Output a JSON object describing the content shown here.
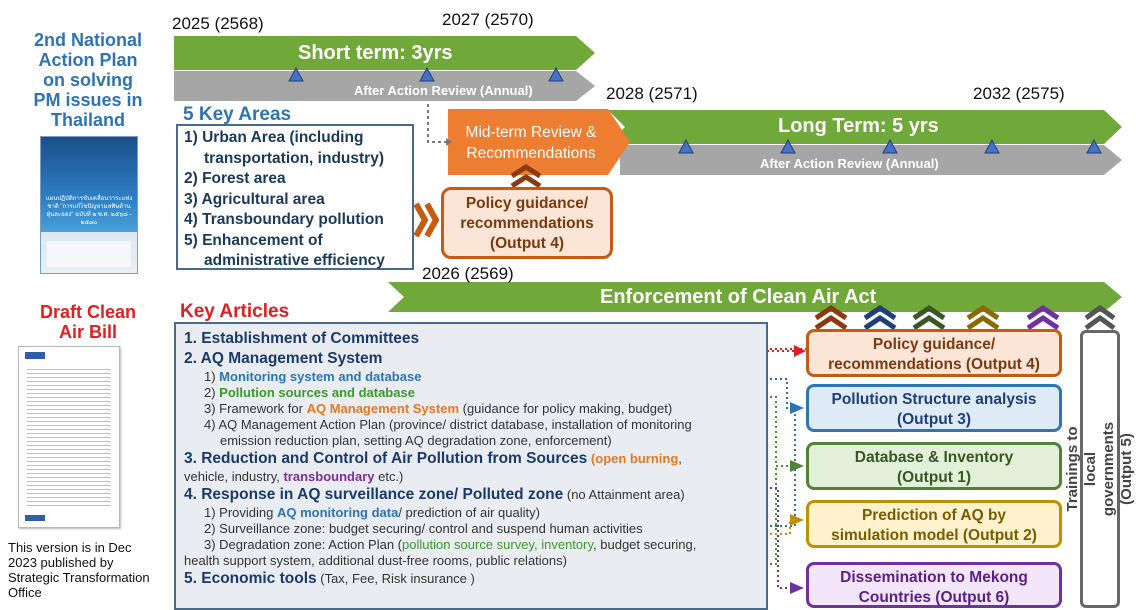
{
  "left": {
    "action_plan_title": "2nd National\nAction Plan\non solving\nPM issues in\nThailand",
    "cover_text": "แผนปฏิบัติการขับเคลื่อนวาระแห่งชาติ \"การแก้ไขปัญหามลพิษด้านฝุ่นละออง\" ฉบับที่ ๒ พ.ศ. ๒๕๖๘ - ๒๕๗๐",
    "draft_bill_title": "Draft Clean\nAir Bill",
    "version_note": "This version is in Dec\n2023 published by\nStrategic Transformation\nOffice"
  },
  "timeline": {
    "year_2025": "2025 (2568)",
    "year_2027": "2027 (2570)",
    "year_2028": "2028 (2571)",
    "year_2032": "2032 (2575)",
    "year_2026": "2026 (2569)",
    "short_term_label": "Short term: 3yrs",
    "short_term_review": "After Action Review (Annual)",
    "mid_term_review": "Mid-term Review &\nRecommendations",
    "long_term_label": "Long Term: 5 yrs",
    "long_term_review": "After Action Review (Annual)",
    "enforcement_label": "Enforcement of Clean Air Act"
  },
  "key_areas": {
    "title": "5 Key Areas",
    "items": [
      "1) Urban Area (including",
      "transportation, industry)",
      "2) Forest area",
      "3) Agricultural area",
      "4) Transboundary pollution",
      "5) Enhancement of",
      "administrative efficiency"
    ]
  },
  "policy_box_top": "Policy guidance/\nrecommendations\n(Output 4)",
  "key_articles": {
    "title": "Key Articles",
    "a1": "1. Establishment of Committees",
    "a2": "2. AQ Management System",
    "a2_1_pre": "1) ",
    "a2_1_hl": "Monitoring system and database",
    "a2_2_pre": "2) ",
    "a2_2_hl": "Pollution sources and database",
    "a2_3_pre": "3) Framework for ",
    "a2_3_hl": "AQ Management System",
    "a2_3_post": " (guidance for policy making, budget)",
    "a2_4_l1": "4) AQ Management Action Plan (province/ district database, installation of monitoring",
    "a2_4_l2": "emission reduction plan, setting AQ degradation zone, enforcement)",
    "a3_bold": "3. Reduction and Control of Air Pollution from Sources",
    "a3_open": " (",
    "a3_hl": "open burning",
    "a3_tail": ",",
    "a3_l2_pre": "vehicle, industry, ",
    "a3_l2_hl": "transboundary",
    "a3_l2_post": " etc.)",
    "a4_bold": "4. Response in AQ surveillance zone/ Polluted zone",
    "a4_norm": " (no Attainment area)",
    "a4_1_pre": "1) Providing ",
    "a4_1_hl": "AQ monitoring data",
    "a4_1_post": "/ prediction of air quality)",
    "a4_2": "2) Surveillance zone: budget securing/ control and suspend human activities",
    "a4_3_pre": "3) Degradation zone: Action Plan (",
    "a4_3_hl": "pollution source survey, inventory",
    "a4_3_post": ", budget securing,",
    "a4_3_l2": "health support system, additional dust-free rooms, public relations)",
    "a5_bold": "5. Economic tools",
    "a5_norm": " (Tax, Fee, Risk insurance )"
  },
  "outputs": [
    {
      "label": "Policy guidance/\nrecommendations (Output 4)",
      "color": "#c55a11",
      "bg": "#fbe5d6"
    },
    {
      "label": "Pollution Structure analysis\n(Output 3)",
      "color": "#2e75b6",
      "bg": "#deebf7"
    },
    {
      "label": "Database & Inventory\n(Output 1)",
      "color": "#548235",
      "bg": "#e2f0d9"
    },
    {
      "label": "Prediction of AQ by\nsimulation model (Output 2)",
      "color": "#bf9000",
      "bg": "#fff2cc"
    },
    {
      "label": "Dissemination to Mekong\nCountries (Output 6)",
      "color": "#7030a0",
      "bg": "#f3e6fb"
    }
  ],
  "training_label": "Trainings to local governments\n(Output 5)",
  "colors": {
    "green_arrow": "#70a83a",
    "gray_arrow": "#a6a6a6",
    "mid_review": "#ed7d31",
    "triangle": "#4472c4"
  }
}
